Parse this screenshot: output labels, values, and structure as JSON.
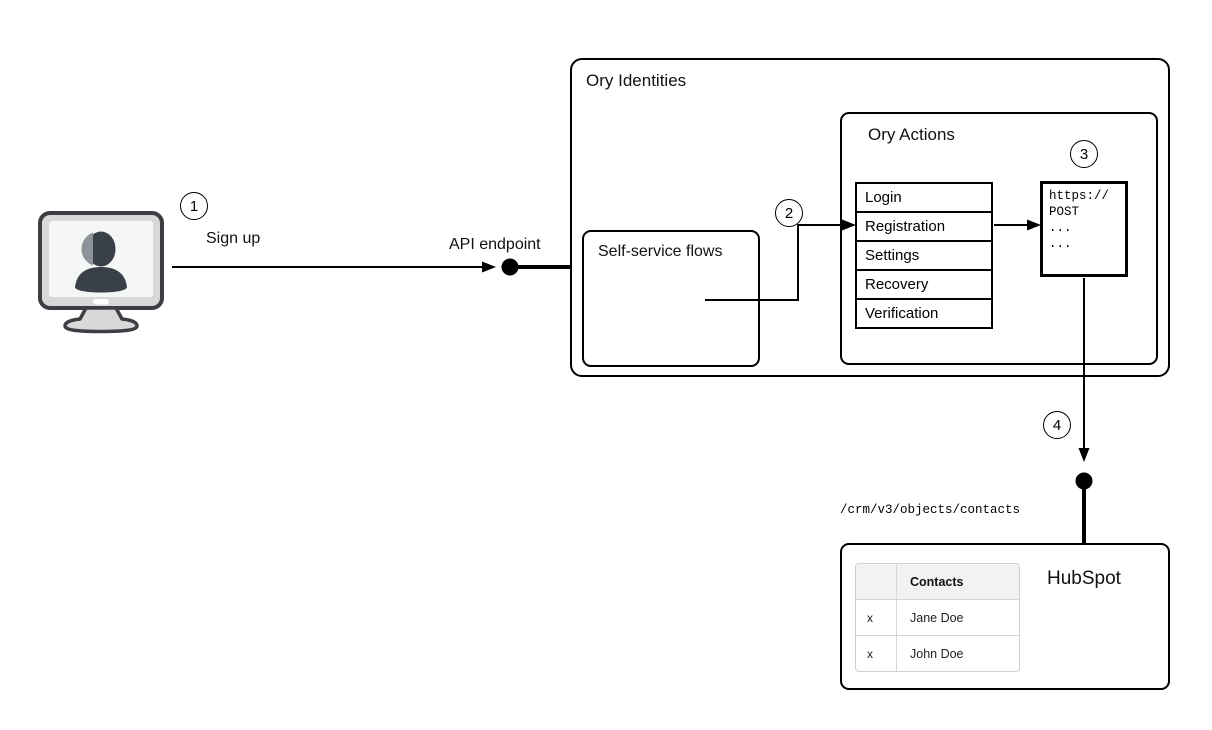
{
  "colors": {
    "line": "#000000",
    "box_background": "#ffffff",
    "table_border": "#d6d6d6",
    "table_header_background": "#f2f2f2",
    "monitor_body": "#d8d8d8",
    "monitor_outline": "#3b3f44",
    "silhouette": "#3a4047"
  },
  "steps": {
    "one": "1",
    "two": "2",
    "three": "3",
    "four": "4"
  },
  "labels": {
    "sign_up": "Sign up",
    "api_endpoint": "API endpoint"
  },
  "ory_identities": {
    "title": "Ory Identities"
  },
  "self_service": {
    "title": "Self-service flows"
  },
  "ory_actions": {
    "title": "Ory Actions",
    "flows": [
      "Login",
      "Registration",
      "Settings",
      "Recovery",
      "Verification"
    ]
  },
  "webhook": {
    "lines": [
      "https://",
      "POST",
      "...",
      "..."
    ]
  },
  "hubspot": {
    "endpoint_path": "/crm/v3/objects/contacts",
    "title": "HubSpot",
    "table": {
      "header_contacts": "Contacts",
      "rows": [
        {
          "mark": "x",
          "name": "Jane Doe"
        },
        {
          "mark": "x",
          "name": "John Doe"
        }
      ]
    }
  }
}
